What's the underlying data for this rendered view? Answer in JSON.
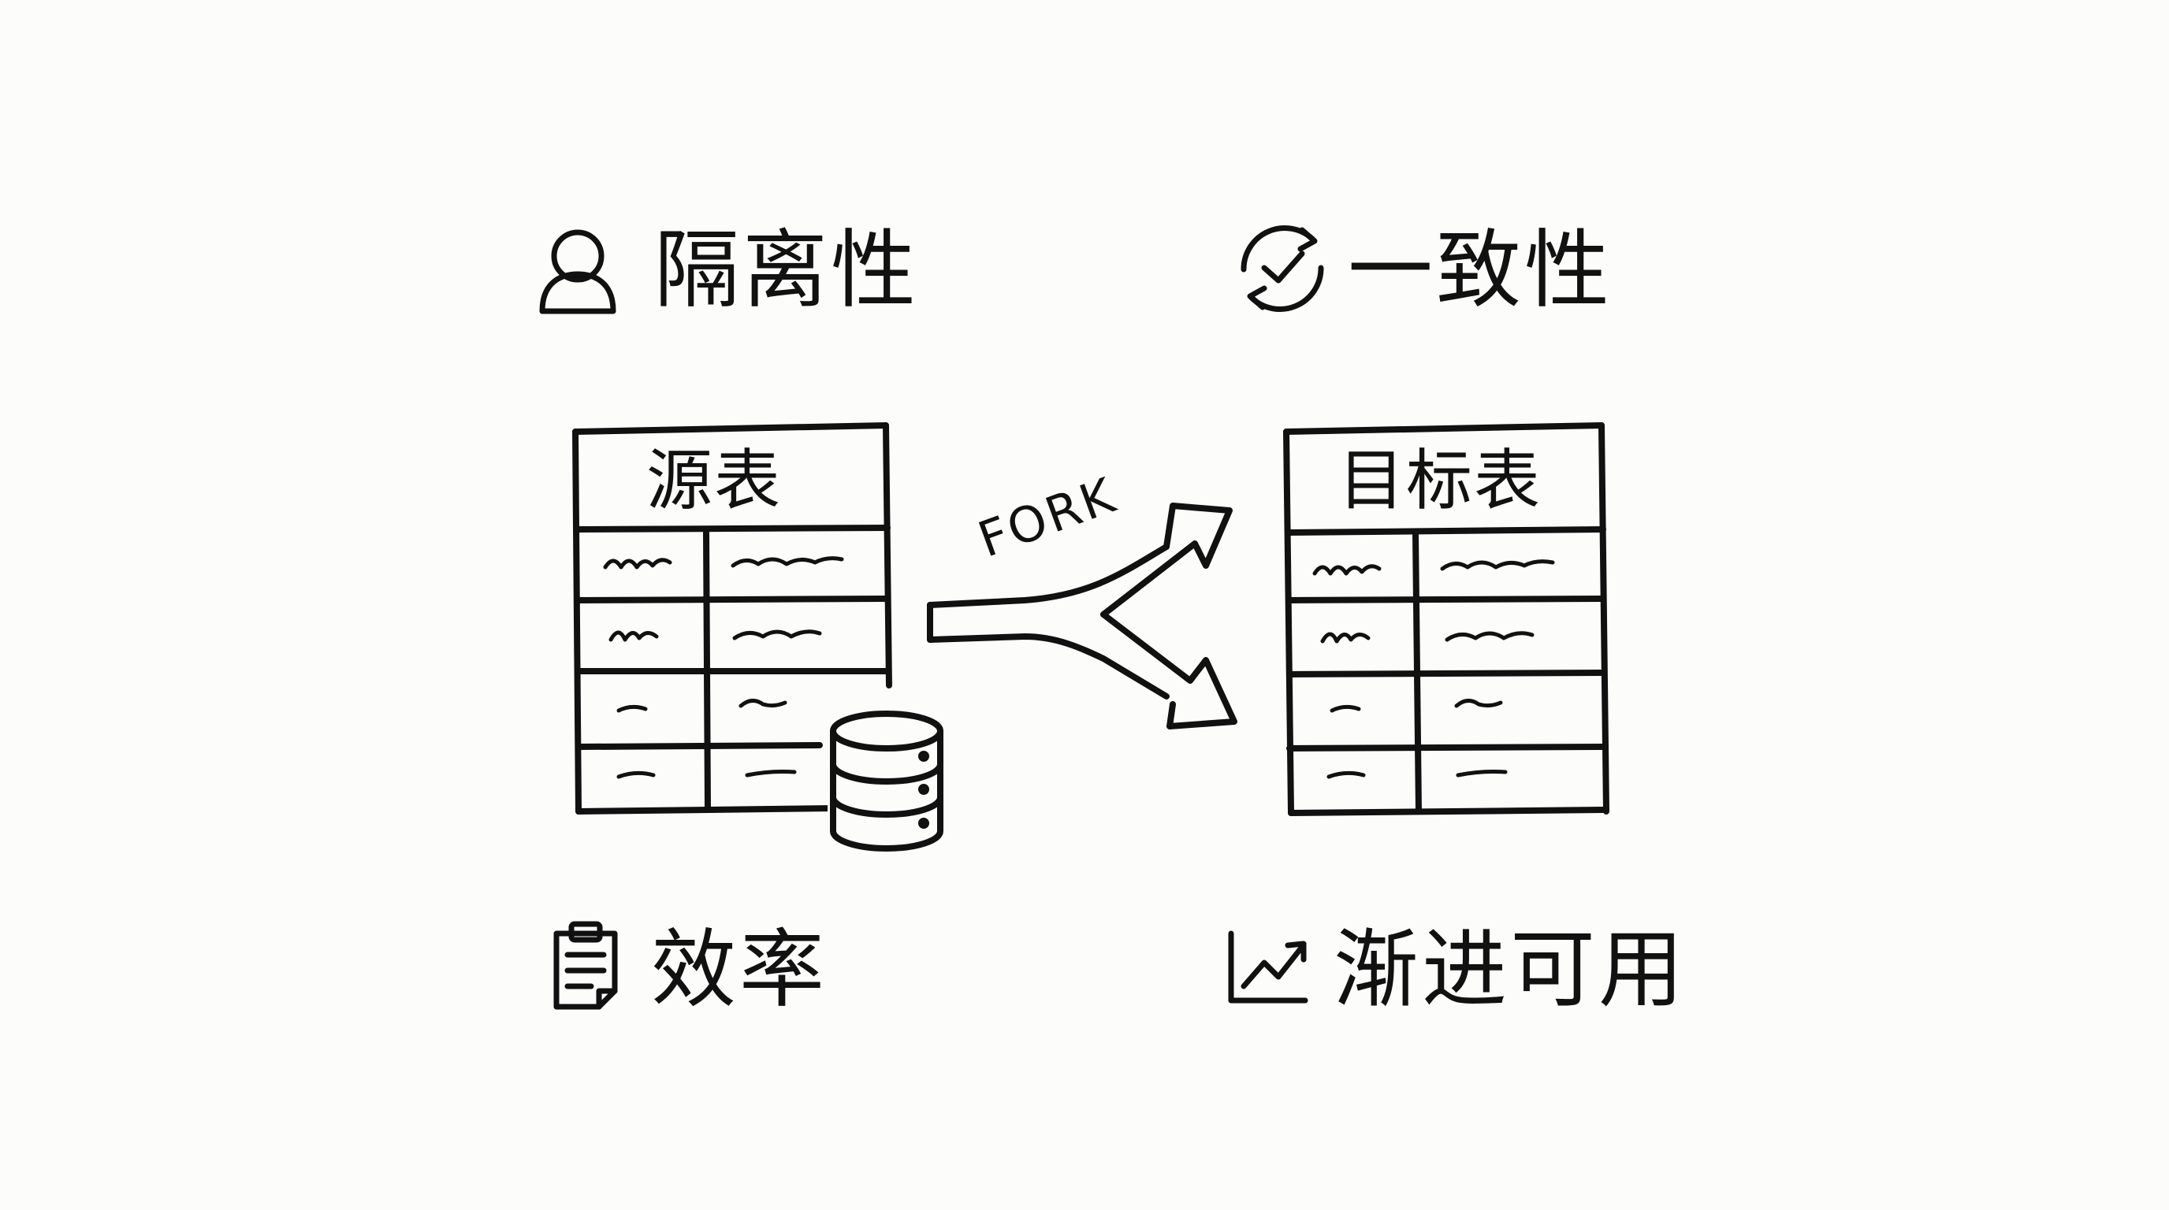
{
  "features": {
    "isolation": {
      "label": "隔离性",
      "icon": "user-icon"
    },
    "consistency": {
      "label": "一致性",
      "icon": "refresh-check-icon"
    },
    "efficiency": {
      "label": "效率",
      "icon": "clipboard-icon"
    },
    "progressive_availability": {
      "label": "渐进可用",
      "icon": "trend-chart-icon"
    }
  },
  "source_table": {
    "title": "源表",
    "icon": "database-icon"
  },
  "target_table": {
    "title": "目标表"
  },
  "fork": {
    "label": "FORK",
    "icon": "fork-arrow-icon"
  }
}
